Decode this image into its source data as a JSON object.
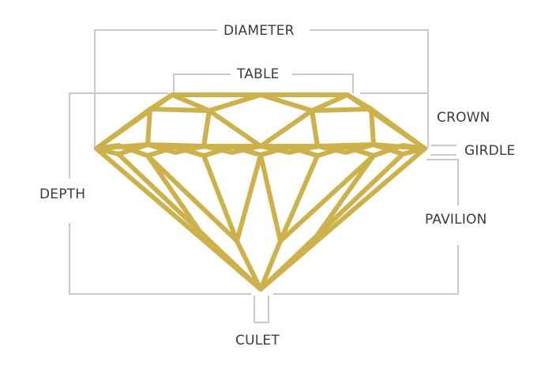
{
  "colors": {
    "gem": "#cdb14a",
    "bracket": "#c9c9c9",
    "text": "#3b3b3b",
    "background": "#ffffff"
  },
  "labels": {
    "diameter": "DIAMETER",
    "table": "TABLE",
    "crown": "CROWN",
    "girdle": "GIRDLE",
    "depth": "DEPTH",
    "pavilion": "PAVILION",
    "culet": "CULET"
  }
}
